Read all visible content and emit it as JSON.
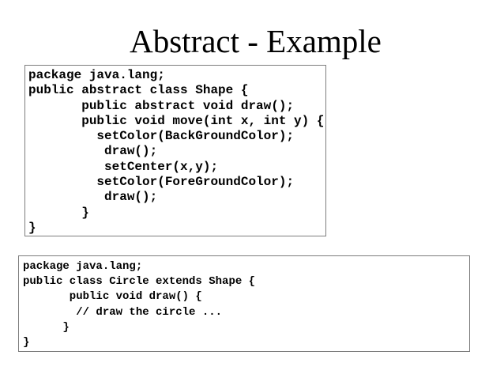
{
  "slide": {
    "title": "Abstract - Example",
    "background_color": "#ffffff",
    "text_color": "#000000",
    "box_border_color": "#7d7d7d"
  },
  "shape_box": {
    "language": "java",
    "lines": [
      "package java.lang;",
      "public abstract class Shape {",
      "       public abstract void draw();",
      "       public void move(int x, int y) {",
      "         setColor(BackGroundColor);",
      "          draw();",
      "          setCenter(x,y);",
      "         setColor(ForeGroundColor);",
      "          draw();",
      "       }",
      "}"
    ]
  },
  "circle_box": {
    "language": "java",
    "lines": [
      "package java.lang;",
      "public class Circle extends Shape {",
      "       public void draw() {",
      "        // draw the circle ...",
      "      }",
      "}"
    ]
  }
}
